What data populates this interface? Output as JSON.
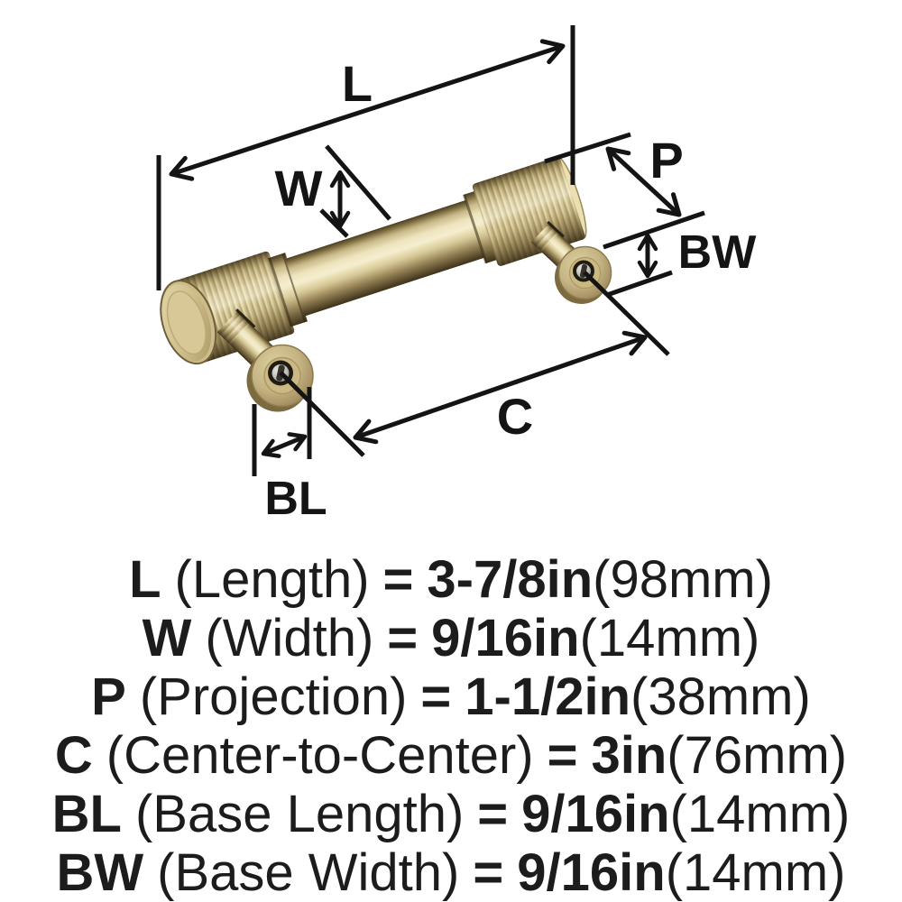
{
  "diagram": {
    "dim_labels": {
      "L": "L",
      "W": "W",
      "P": "P",
      "C": "C",
      "BL": "BL",
      "BW": "BW"
    }
  },
  "specs": [
    {
      "label": "L",
      "descriptor": "(Length)",
      "equals": "=",
      "value": "3-7/8in",
      "metric": "(98mm)"
    },
    {
      "label": "W",
      "descriptor": "(Width)",
      "equals": "=",
      "value": "9/16in",
      "metric": "(14mm)"
    },
    {
      "label": "P",
      "descriptor": "(Projection)",
      "equals": "=",
      "value": "1-1/2in",
      "metric": "(38mm)"
    },
    {
      "label": "C",
      "descriptor": "(Center-to-Center)",
      "equals": "=",
      "value": "3in",
      "metric": "(76mm)"
    },
    {
      "label": "BL",
      "descriptor": "(Base Length)",
      "equals": "=",
      "value": "9/16in",
      "metric": "(14mm)"
    },
    {
      "label": "BW",
      "descriptor": "(Base Width)",
      "equals": "=",
      "value": "9/16in",
      "metric": "(14mm)"
    }
  ],
  "colors": {
    "background": "#ffffff",
    "line": "#141414",
    "text": "#1c1c1c",
    "brass_highlight": "#eee5bc",
    "brass_mid": "#ccbc8e",
    "brass_dark": "#93824f",
    "brass_deep": "#6d5d3a",
    "screw_gray": "#c6c6c2"
  }
}
